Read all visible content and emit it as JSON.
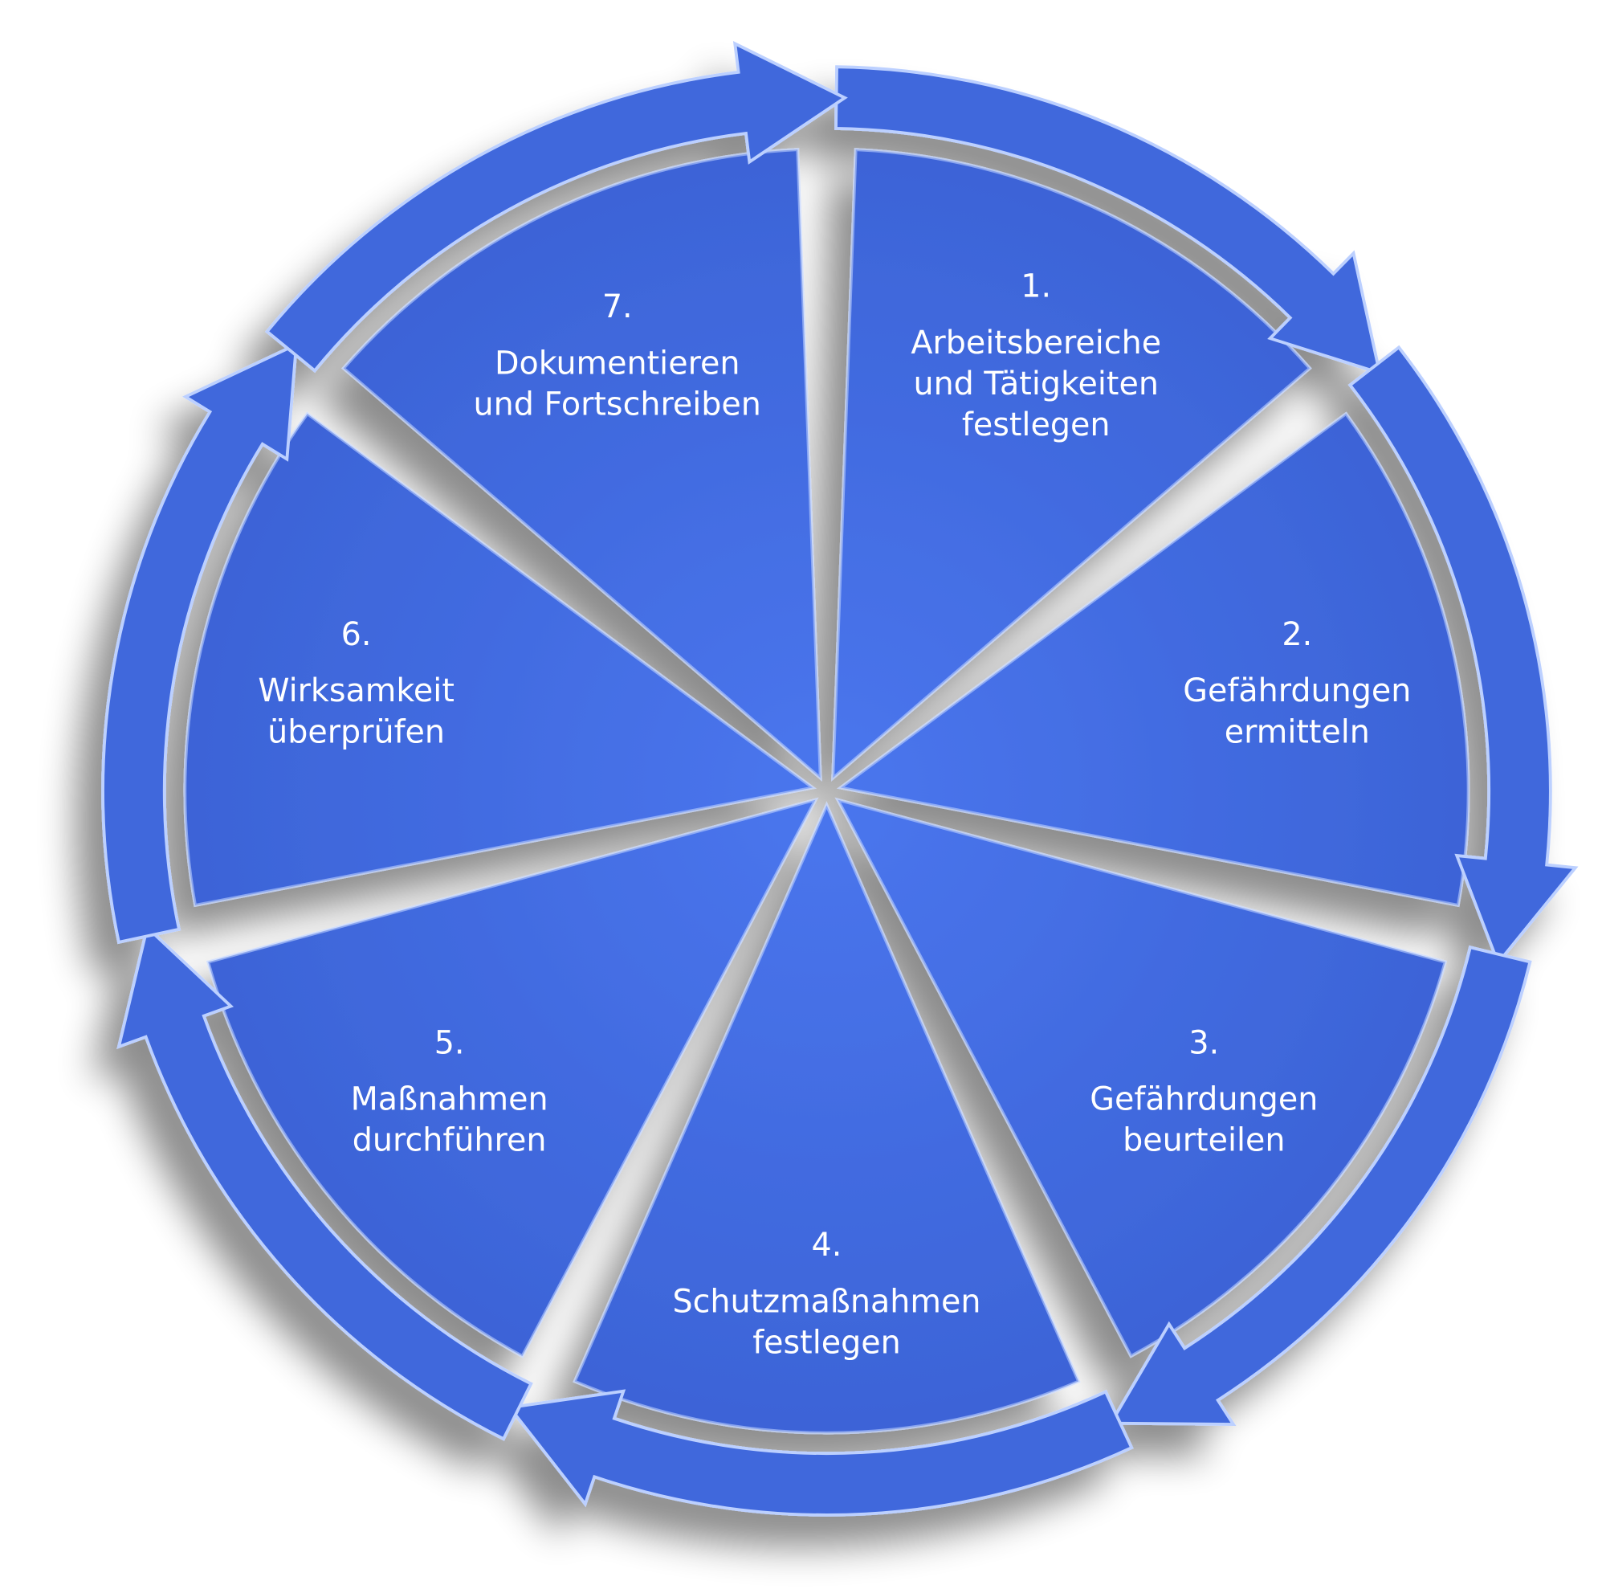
{
  "diagram": {
    "type": "cycle",
    "colors": {
      "fill": "#4570e6",
      "ring": "#3f68dc",
      "dark": "#2f4fb0",
      "highlight": "#bcd0ff"
    },
    "steps": [
      {
        "number": "1.",
        "lines": [
          "Arbeitsbereiche",
          "und Tätigkeiten",
          "festlegen"
        ]
      },
      {
        "number": "2.",
        "lines": [
          "Gefährdungen",
          "ermitteln"
        ]
      },
      {
        "number": "3.",
        "lines": [
          "Gefährdungen",
          "beurteilen"
        ]
      },
      {
        "number": "4.",
        "lines": [
          "Schutzmaßnahmen",
          "festlegen"
        ]
      },
      {
        "number": "5.",
        "lines": [
          "Maßnahmen",
          "durchführen"
        ]
      },
      {
        "number": "6.",
        "lines": [
          "Wirksamkeit",
          "überprüfen"
        ]
      },
      {
        "number": "7.",
        "lines": [
          "Dokumentieren",
          "und Fortschreiben"
        ]
      }
    ]
  }
}
